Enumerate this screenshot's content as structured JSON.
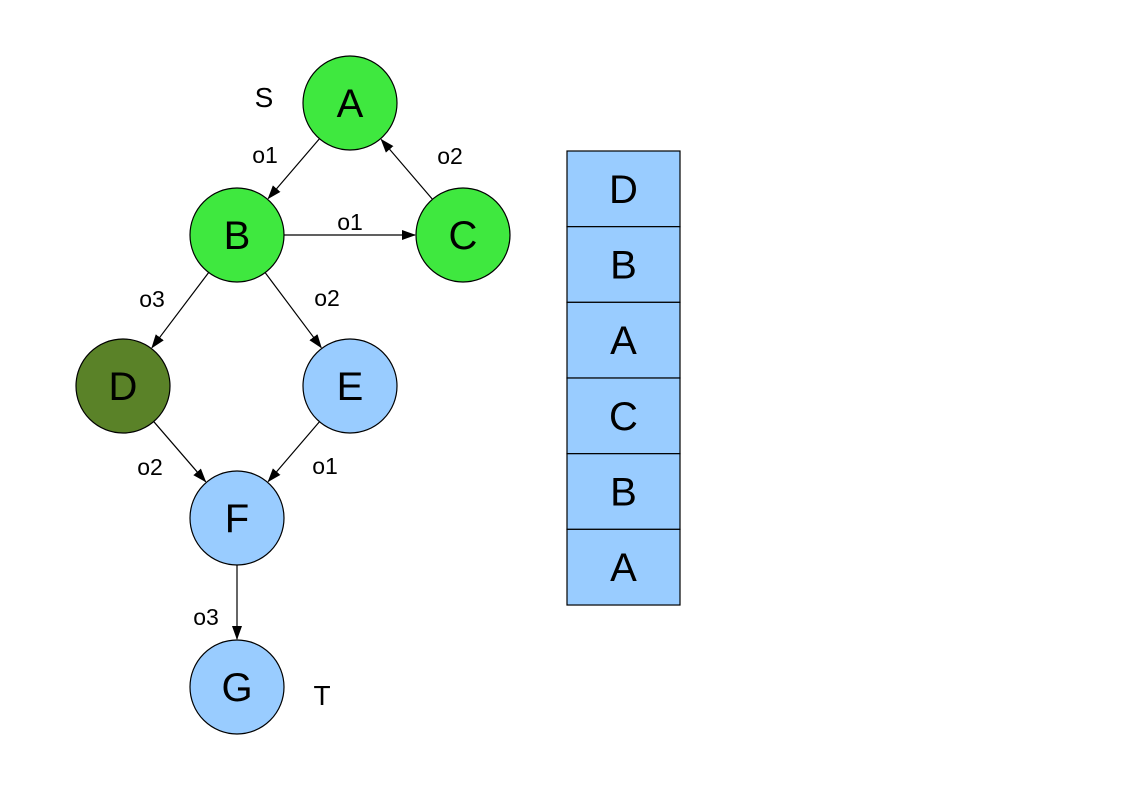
{
  "colors": {
    "visited": "#3fe83f",
    "current": "#5a8228",
    "unvisited": "#99ccff",
    "stack_cell": "#99ccff",
    "stroke": "#000000"
  },
  "graph": {
    "nodes": [
      {
        "id": "A",
        "label": "A",
        "state": "visited"
      },
      {
        "id": "B",
        "label": "B",
        "state": "visited"
      },
      {
        "id": "C",
        "label": "C",
        "state": "visited"
      },
      {
        "id": "D",
        "label": "D",
        "state": "current"
      },
      {
        "id": "E",
        "label": "E",
        "state": "unvisited"
      },
      {
        "id": "F",
        "label": "F",
        "state": "unvisited"
      },
      {
        "id": "G",
        "label": "G",
        "state": "unvisited"
      }
    ],
    "edges": [
      {
        "from": "A",
        "to": "B",
        "label": "o1"
      },
      {
        "from": "B",
        "to": "C",
        "label": "o1"
      },
      {
        "from": "C",
        "to": "A",
        "label": "o2"
      },
      {
        "from": "B",
        "to": "D",
        "label": "o3"
      },
      {
        "from": "B",
        "to": "E",
        "label": "o2"
      },
      {
        "from": "D",
        "to": "F",
        "label": "o2"
      },
      {
        "from": "E",
        "to": "F",
        "label": "o1"
      },
      {
        "from": "F",
        "to": "G",
        "label": "o3"
      }
    ],
    "start_label": "S",
    "target_label": "T"
  },
  "stack": {
    "items": [
      "D",
      "B",
      "A",
      "C",
      "B",
      "A"
    ]
  }
}
